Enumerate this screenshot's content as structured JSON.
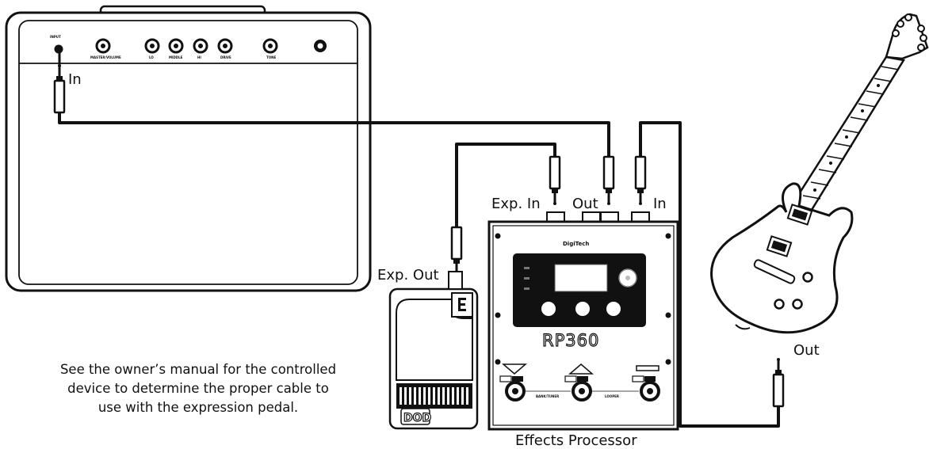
{
  "amp": {
    "input_label": "INPUT",
    "knob_labels": [
      "MASTER/VOLUME",
      "LO",
      "MIDDLE",
      "HI",
      "DRIVE",
      "TONE"
    ],
    "jack_label": "In"
  },
  "processor": {
    "brand": "DigiTech",
    "model": "RP360",
    "caption": "Effects Processor",
    "exp_in_label": "Exp. In",
    "out_label": "Out",
    "in_label": "In",
    "footswitch_labels": [
      "BANK/TUNER",
      "LOOPER"
    ]
  },
  "expression_pedal": {
    "jack_label": "Exp. Out",
    "brand": "DOD"
  },
  "guitar": {
    "jack_label": "Out"
  },
  "note": {
    "lines": [
      "See the owner’s manual for the controlled",
      "device to determine the proper cable to",
      "use with the expression pedal."
    ]
  }
}
